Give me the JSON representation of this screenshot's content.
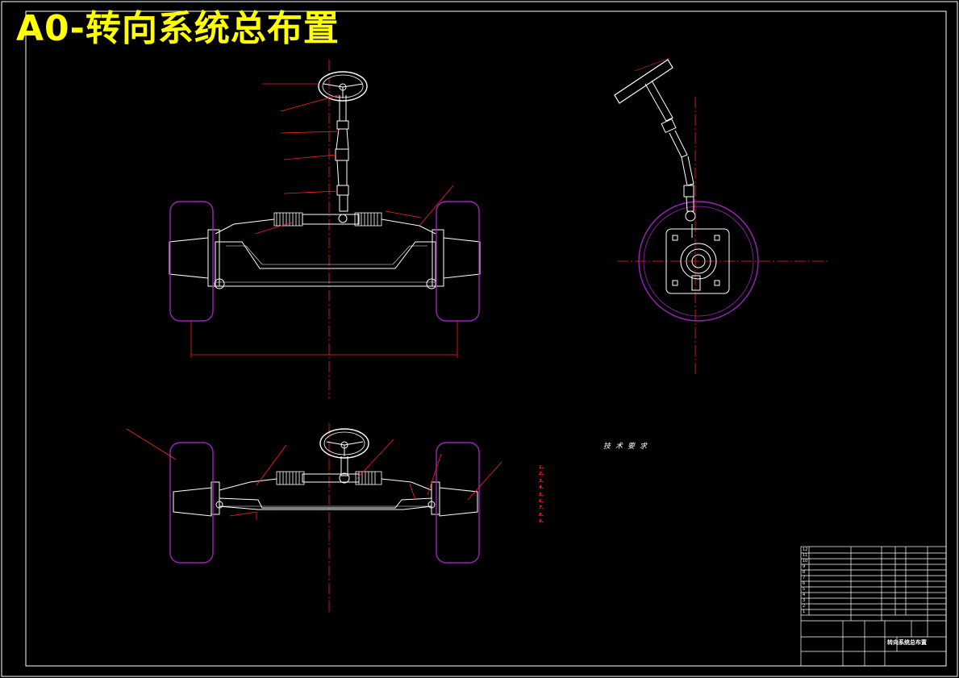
{
  "title": "A0-转向系统总布置",
  "technical_requirements": {
    "heading": "技术要求",
    "items": [
      "1.",
      "2.",
      "3.",
      "4.",
      "5.",
      "6.",
      "7.",
      "8.",
      "9."
    ]
  },
  "title_block": {
    "drawing_name": "转向系统总布置",
    "school": "",
    "part_numbers": [
      "1",
      "2",
      "3",
      "4",
      "5",
      "6",
      "7",
      "8",
      "9",
      "10",
      "11",
      "12"
    ]
  },
  "colors": {
    "background": "#000000",
    "outline": "#ffffff",
    "dimension": "#ff2020",
    "wheel": "#a020c0",
    "title": "#ffff00"
  }
}
